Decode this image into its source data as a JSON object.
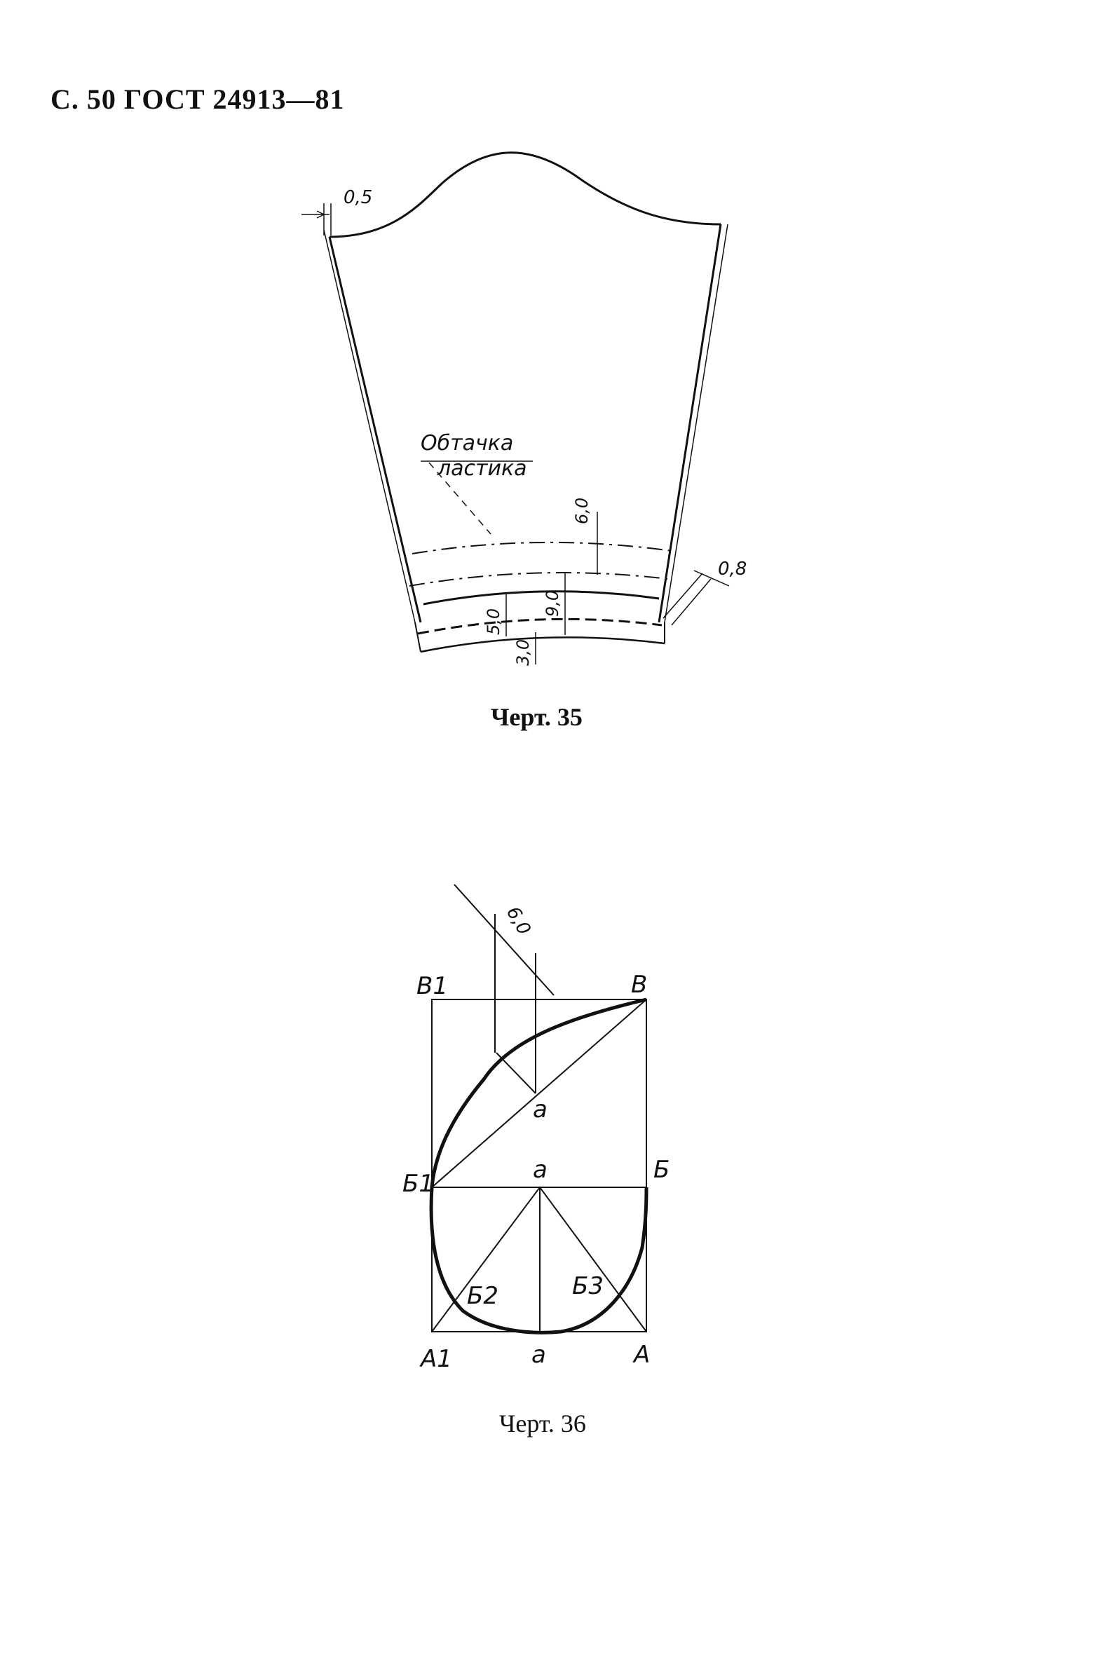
{
  "page_header": "С. 50 ГОСТ 24913—81",
  "figure35": {
    "caption": "Черт. 35",
    "label_top": "Обтачка",
    "label_bottom": "ластика",
    "dim_05": "0,5",
    "dim_08": "0,8",
    "dim_60": "6,0",
    "dim_90": "9,0",
    "dim_50": "5,0",
    "dim_30": "3,0"
  },
  "figure36": {
    "caption": "Черт. 36",
    "dim_60": "6,0",
    "pt_B1": "B1",
    "pt_B": "B",
    "pt_a_top": "a",
    "pt_Б1": "Б1",
    "pt_a_mid": "a",
    "pt_Б": "Б",
    "pt_Б2": "Б2",
    "pt_Б3": "Б3",
    "pt_A1": "A1",
    "pt_a_bot": "a",
    "pt_A": "A"
  }
}
